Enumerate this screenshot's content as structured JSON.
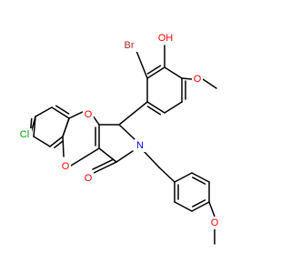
{
  "molecule": {
    "colors": {
      "bond": "#000000",
      "O": "#ff0000",
      "N": "#0000ff",
      "Br": "#a52a2a",
      "Cl": "#00a000"
    },
    "labels": {
      "br": "Br",
      "oh": "OH",
      "o_methoxy_top": "O",
      "o_ketone": "O",
      "o_lactam": "O",
      "o_ring": "O",
      "n_ring": "N",
      "cl": "Cl",
      "o_methoxy_bottom": "O"
    }
  }
}
